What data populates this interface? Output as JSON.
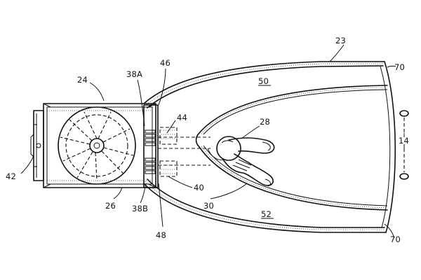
{
  "labels": {
    "l23": "23",
    "l70a": "70",
    "l70b": "70",
    "l24": "24",
    "l38a": "38A",
    "l46": "46",
    "l50": "50",
    "l28": "28",
    "l44": "44",
    "l14": "14",
    "l42": "42",
    "l40": "40",
    "l30": "30",
    "l52": "52",
    "l26": "26",
    "l38b": "38B",
    "l48": "48"
  }
}
